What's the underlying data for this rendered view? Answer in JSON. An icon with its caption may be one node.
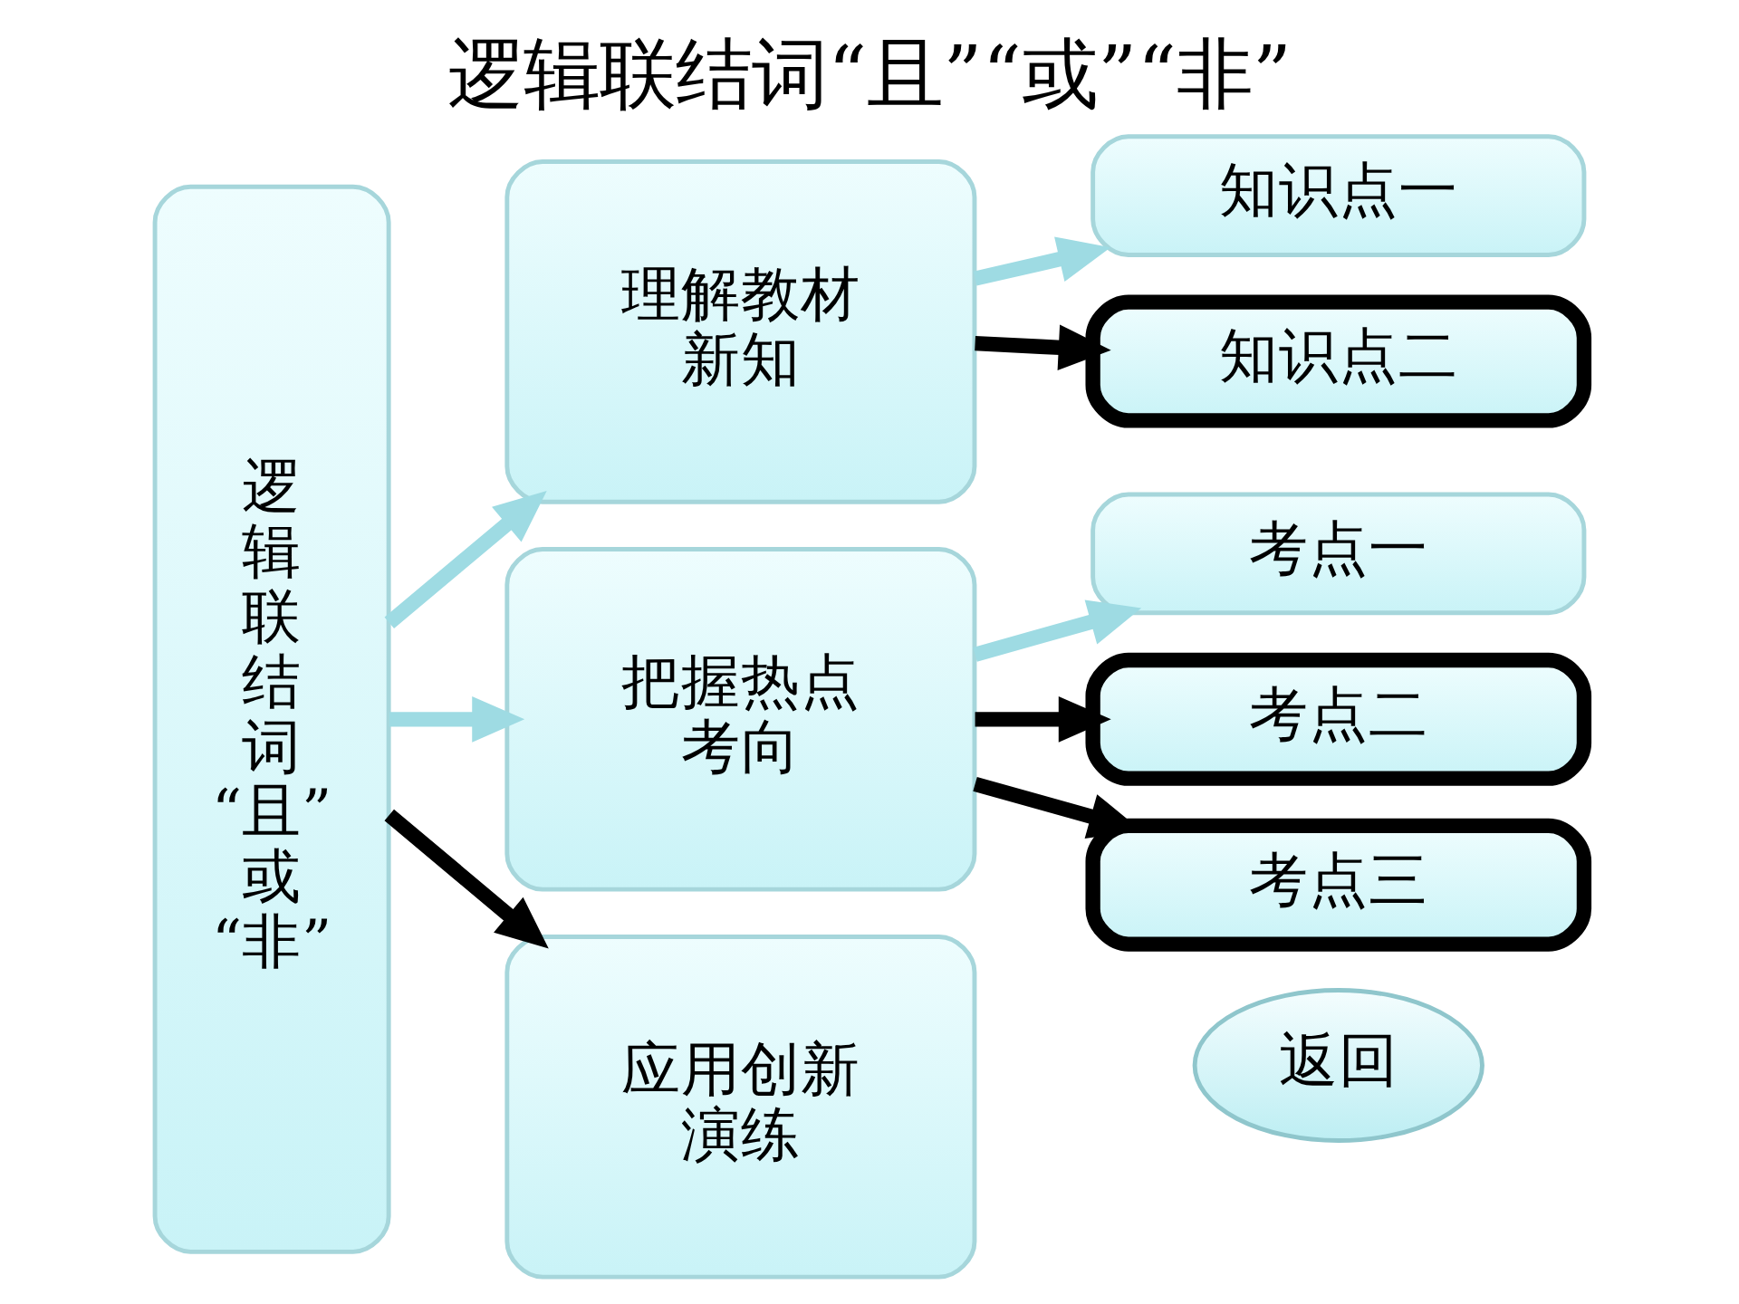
{
  "diagram": {
    "title": "逻辑联结词“且”“或”“非”",
    "nodes": [
      {
        "text": [
          "逻辑联结词“且”或“非”"
        ]
      },
      {
        "text": [
          "理解教材新知"
        ]
      },
      {
        "text": [
          "把握热点考向"
        ]
      },
      {
        "text": [
          "应用创新演练"
        ]
      },
      {
        "text": [
          "知识点一"
        ]
      },
      {
        "text": [
          "知识点二"
        ]
      },
      {
        "text": [
          "考点一"
        ]
      },
      {
        "text": [
          "考点二"
        ]
      },
      {
        "text": [
          "考点三"
        ]
      },
      {
        "text": [
          "返回"
        ]
      }
    ],
    "edges": [
      {
        "from": 0,
        "to": 1,
        "arrow": "to"
      },
      {
        "from": 0,
        "to": 2,
        "arrow": "to"
      },
      {
        "from": 0,
        "to": 3,
        "arrow": "to",
        "color": "#000000"
      },
      {
        "from": 1,
        "to": 4,
        "arrow": "to"
      },
      {
        "from": 1,
        "to": 5,
        "arrow": "to",
        "color": "#000000"
      },
      {
        "from": 2,
        "to": 6,
        "arrow": "to"
      },
      {
        "from": 2,
        "to": 7,
        "arrow": "to",
        "color": "#000000"
      },
      {
        "from": 2,
        "to": 8,
        "arrow": "to",
        "color": "#000000"
      }
    ]
  }
}
